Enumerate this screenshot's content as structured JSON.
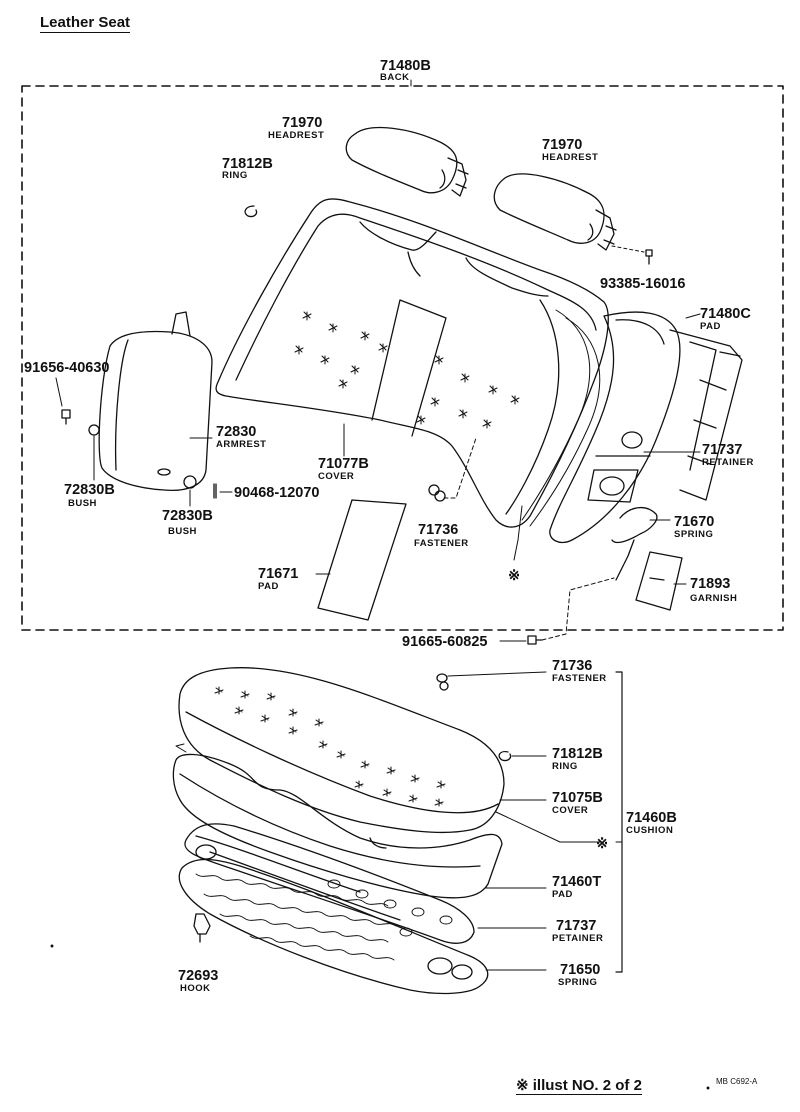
{
  "title": "Leather Seat",
  "footer": "※ illust NO. 2 of 2",
  "footer_code": "MB C692-A",
  "parts": {
    "back": {
      "num": "71480B",
      "name": "BACK"
    },
    "headrest_l": {
      "num": "71970",
      "name": "HEADREST"
    },
    "headrest_r": {
      "num": "71970",
      "name": "HEADREST"
    },
    "ring_top": {
      "num": "71812B",
      "name": "RING"
    },
    "screw_93385": {
      "num": "93385-16016"
    },
    "pad_71480c": {
      "num": "71480C",
      "name": "PAD"
    },
    "screw_91656": {
      "num": "91656-40630"
    },
    "armrest": {
      "num": "72830",
      "name": "ARMREST"
    },
    "cover_back": {
      "num": "71077B",
      "name": "COVER"
    },
    "retainer_back": {
      "num": "71737",
      "name": "RETAINER"
    },
    "bush_1": {
      "num": "72830B",
      "name": "BUSH"
    },
    "bush_2": {
      "num": "72830B",
      "name": "BUSH"
    },
    "pin_90468": {
      "num": "90468-12070"
    },
    "fastener_back": {
      "num": "71736",
      "name": "FASTENER"
    },
    "spring_back": {
      "num": "71670",
      "name": "SPRING"
    },
    "pad_71671": {
      "num": "71671",
      "name": "PAD"
    },
    "garnish": {
      "num": "71893",
      "name": "GARNISH"
    },
    "screw_91665": {
      "num": "91665-60825"
    },
    "fastener_cush": {
      "num": "71736",
      "name": "FASTENER"
    },
    "ring_cush": {
      "num": "71812B",
      "name": "RING"
    },
    "cover_cush": {
      "num": "71075B",
      "name": "COVER"
    },
    "cushion": {
      "num": "71460B",
      "name": "CUSHION"
    },
    "pad_cush": {
      "num": "71460T",
      "name": "PAD"
    },
    "retainer_cush": {
      "num": "71737",
      "name": "PETAINER"
    },
    "spring_cush": {
      "num": "71650",
      "name": "SPRING"
    },
    "hook": {
      "num": "72693",
      "name": "HOOK"
    }
  },
  "mark": "※"
}
